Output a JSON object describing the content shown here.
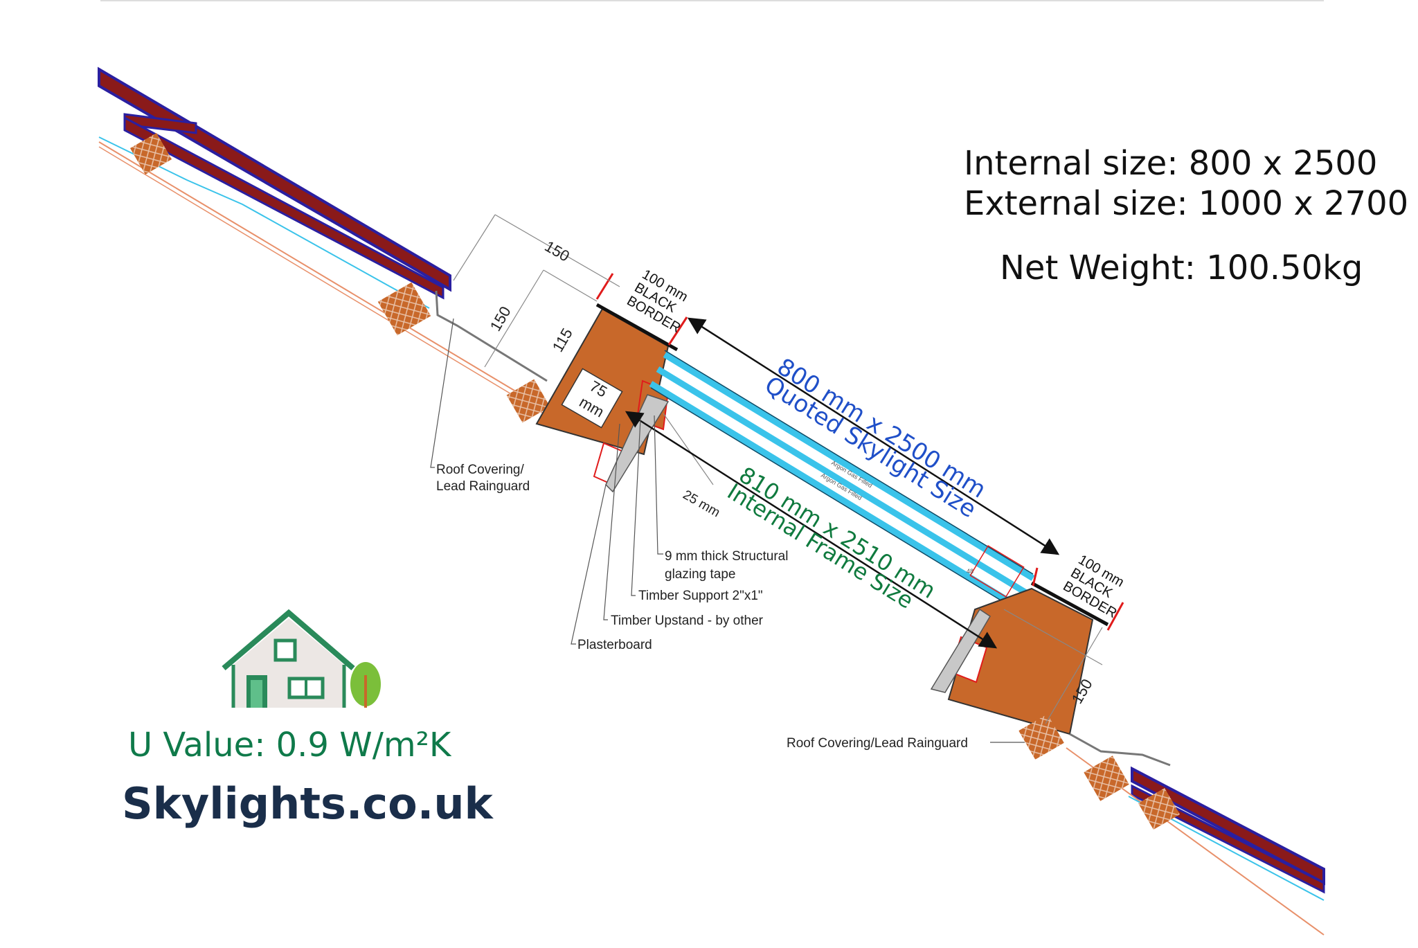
{
  "specs": {
    "internal_size": "Internal size: 800 x 2500",
    "external_size": "External size: 1000 x 2700",
    "net_weight": "Net Weight: 100.50kg"
  },
  "labels": {
    "quoted_line1": "800 mm x 2500 mm",
    "quoted_line2": "Quoted Skylight Size",
    "frame_line1": "810 mm x 2510 mm",
    "frame_line2": "Internal Frame Size",
    "border_top": [
      "100 mm",
      "BLACK",
      "BORDER"
    ],
    "border_bottom": [
      "100 mm",
      "BLACK",
      "BORDER"
    ],
    "argon1": "Argon Gas Filled",
    "argon2": "Argon Gas Filled"
  },
  "dimensions": {
    "d150_top": "150",
    "d150_left": "150",
    "d115": "115",
    "d75": "75",
    "d75_unit": "mm",
    "d25": "25 mm",
    "d48": "48",
    "d150_right": "150"
  },
  "annotations": {
    "roof_covering_line1": "Roof Covering/",
    "roof_covering_line2": "Lead Rainguard",
    "glazing_tape_line1": "9 mm thick Structural",
    "glazing_tape_line2": "glazing tape",
    "timber_support": "Timber Support 2\"x1\"",
    "timber_upstand": "Timber Upstand - by other",
    "plasterboard": "Plasterboard",
    "roof_covering_right": "Roof Covering/Lead Rainguard"
  },
  "brand": {
    "u_value": "U Value: 0.9 W/m²K",
    "logo": "Skylights.co.uk",
    "logo_icon": "house-with-tree-icon"
  },
  "colors": {
    "tile_red": "#8a1a1a",
    "tile_blue": "#2a1fa0",
    "timber": "#c8682a",
    "glass": "#3ac3ea",
    "green": "#2a8a5a",
    "blue_text": "#1f4fc8",
    "green_text": "#0f7a3e",
    "navy": "#1a2e4a"
  }
}
